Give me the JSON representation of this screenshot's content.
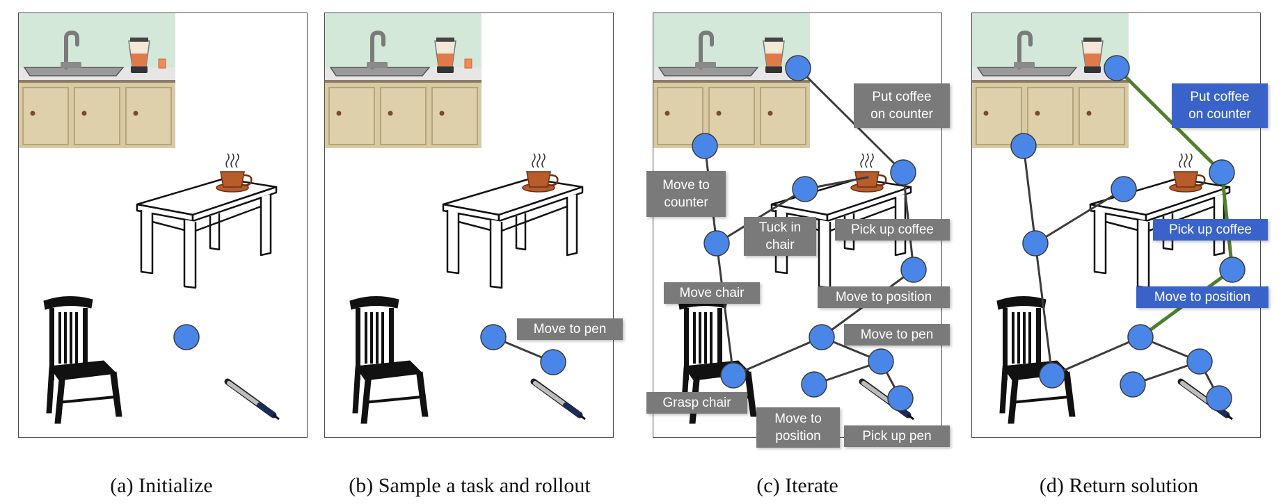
{
  "captions": {
    "a": "(a) Initialize",
    "b": "(b) Sample a task and rollout",
    "c": "(c) Iterate",
    "d": "(d) Return solution"
  },
  "labels": {
    "b_move_to_pen": "Move to pen",
    "c_put_coffee": "Put coffee\non counter",
    "c_move_to_counter": "Move to\ncounter",
    "c_tuck_in_chair": "Tuck in\nchair",
    "c_pick_up_coffee": "Pick up coffee",
    "c_move_chair": "Move chair",
    "c_move_to_position": "Move to position",
    "c_move_to_pen": "Move to pen",
    "c_grasp_chair": "Grasp chair",
    "c_move_to_position_2": "Move to\nposition",
    "c_pick_up_pen": "Pick up pen",
    "d_put_coffee": "Put coffee\non counter",
    "d_pick_up_coffee": "Pick up coffee",
    "d_move_to_position": "Move to position"
  },
  "colors": {
    "node": "#4a86e8",
    "edge": "#3c3c3c",
    "solution_edge": "#4f7f2e",
    "gray_label": "#7a7a7a",
    "blue_label": "#3a63c9",
    "kitchen_wall": "#d4e8da",
    "cabinet": "#d8caa2",
    "coffee": "#b85c2a"
  },
  "graphs": {
    "a": {
      "nodes": [
        [
          1
        ]
      ],
      "edges": []
    },
    "b": {
      "nodes": [
        [
          "n1"
        ],
        [
          "n2"
        ]
      ],
      "edges": [
        [
          "n1",
          "n2"
        ]
      ]
    }
  }
}
